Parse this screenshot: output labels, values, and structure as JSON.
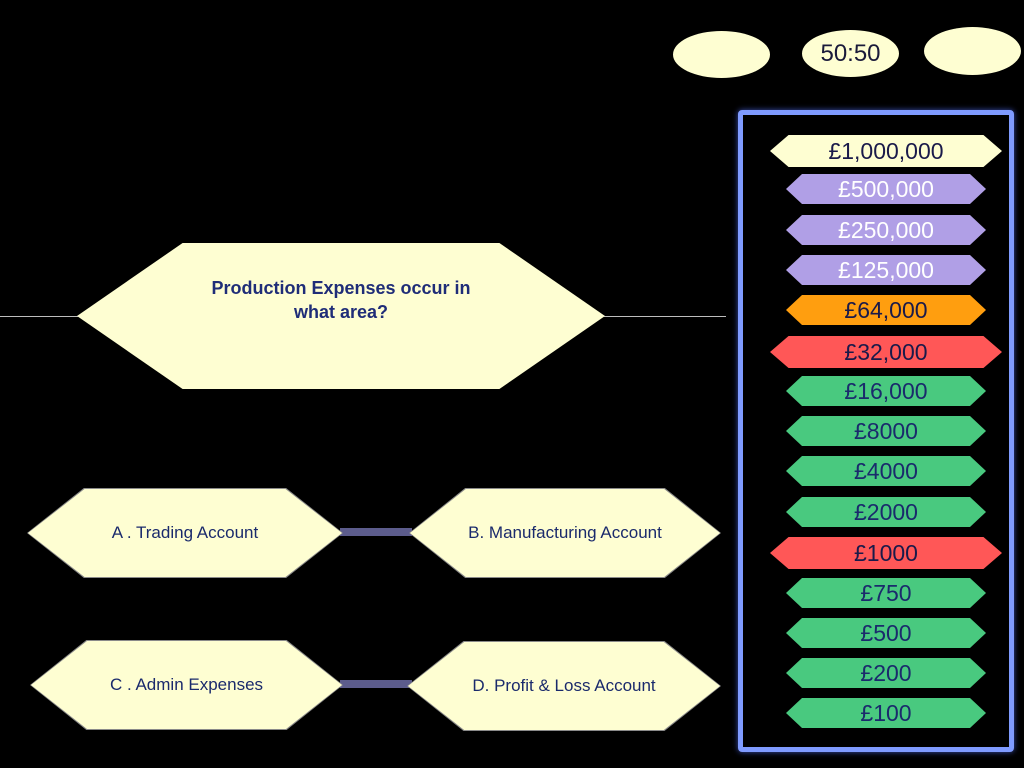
{
  "lifelines": [
    {
      "label": ""
    },
    {
      "label": "50:50"
    },
    {
      "label": ""
    }
  ],
  "question": {
    "text": "Production Expenses occur in what area?"
  },
  "answers": [
    {
      "label": "A . Trading Account"
    },
    {
      "label": "B. Manufacturing Account"
    },
    {
      "label": "C . Admin Expenses"
    },
    {
      "label": "D. Profit & Loss Account"
    }
  ],
  "money_ladder": [
    {
      "label": "£1,000,000",
      "bg": "#fefed2",
      "fg": "#1a1a4a"
    },
    {
      "label": "£500,000",
      "bg": "#b09fe6",
      "fg": "#ffffff"
    },
    {
      "label": "£250,000",
      "bg": "#b09fe6",
      "fg": "#ffffff"
    },
    {
      "label": "£125,000",
      "bg": "#b09fe6",
      "fg": "#ffffff"
    },
    {
      "label": "£64,000",
      "bg": "#ff9e0f",
      "fg": "#1a1a4a"
    },
    {
      "label": "£32,000",
      "bg": "#ff5757",
      "fg": "#1a1a4a"
    },
    {
      "label": "£16,000",
      "bg": "#49c97f",
      "fg": "#1a2a6c"
    },
    {
      "label": "£8000",
      "bg": "#49c97f",
      "fg": "#1a2a6c"
    },
    {
      "label": "£4000",
      "bg": "#49c97f",
      "fg": "#1a2a6c"
    },
    {
      "label": "£2000",
      "bg": "#49c97f",
      "fg": "#1a2a6c"
    },
    {
      "label": "£1000",
      "bg": "#ff5757",
      "fg": "#1a1a4a"
    },
    {
      "label": "£750",
      "bg": "#49c97f",
      "fg": "#1a2a6c"
    },
    {
      "label": "£500",
      "bg": "#49c97f",
      "fg": "#1a2a6c"
    },
    {
      "label": "£200",
      "bg": "#49c97f",
      "fg": "#1a2a6c"
    },
    {
      "label": "£100",
      "bg": "#49c97f",
      "fg": "#1a2a6c"
    }
  ]
}
